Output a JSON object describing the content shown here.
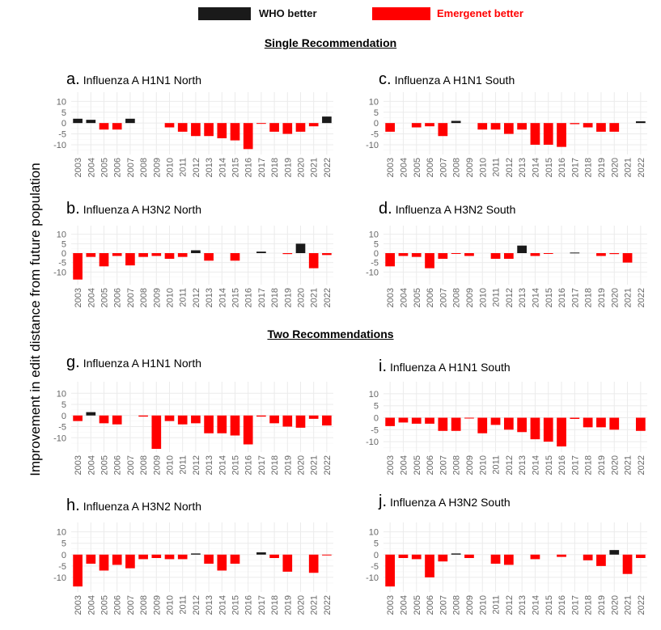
{
  "legend": {
    "who_label": "WHO better",
    "emergenet_label": "Emergenet better",
    "who_color": "#1a1a1a",
    "emergenet_color": "#ff0000"
  },
  "sections": {
    "single": "Single Recommendation",
    "two": "Two Recommendations"
  },
  "y_axis_label": "Improvement in edit distance from future population",
  "chart_data": [
    {
      "id": "a",
      "letter": "a.",
      "title": "Influenza A H1N1 North",
      "type": "bar",
      "categories": [
        "2003",
        "2004",
        "2005",
        "2006",
        "2007",
        "2008",
        "2009",
        "2010",
        "2011",
        "2012",
        "2013",
        "2014",
        "2015",
        "2016",
        "2017",
        "2018",
        "2019",
        "2020",
        "2021",
        "2022"
      ],
      "values": [
        2,
        1.5,
        -3,
        -3,
        2,
        0,
        0,
        -2,
        -4,
        -6,
        -6,
        -7,
        -8,
        -12,
        -0.3,
        -4,
        -5,
        -4,
        -1.5,
        3
      ],
      "yticks": [
        10,
        5,
        0,
        -5,
        -10
      ],
      "ylim": [
        -13,
        12
      ],
      "grid": true
    },
    {
      "id": "c",
      "letter": "c.",
      "title": "Influenza A H1N1 South",
      "type": "bar",
      "categories": [
        "2003",
        "2004",
        "2005",
        "2006",
        "2007",
        "2008",
        "2009",
        "2010",
        "2011",
        "2012",
        "2013",
        "2014",
        "2015",
        "2016",
        "2017",
        "2018",
        "2019",
        "2020",
        "2021",
        "2022"
      ],
      "values": [
        -4,
        0,
        -2,
        -1.5,
        -6,
        1,
        0,
        -3,
        -3,
        -5,
        -3,
        -10,
        -10,
        -11,
        -0.5,
        -2,
        -4,
        -4,
        0,
        0.8
      ],
      "yticks": [
        10,
        5,
        0,
        -5,
        -10
      ],
      "ylim": [
        -13,
        12
      ],
      "grid": true
    },
    {
      "id": "b",
      "letter": "b.",
      "title": "Influenza A H3N2 North",
      "type": "bar",
      "categories": [
        "2003",
        "2004",
        "2005",
        "2006",
        "2007",
        "2008",
        "2009",
        "2010",
        "2011",
        "2012",
        "2013",
        "2014",
        "2015",
        "2016",
        "2017",
        "2018",
        "2019",
        "2020",
        "2021",
        "2022"
      ],
      "values": [
        -14,
        -2,
        -7,
        -1.5,
        -6.5,
        -2,
        -1.5,
        -3,
        -2,
        1.5,
        -4,
        0,
        -4,
        0,
        0.8,
        0,
        -0.5,
        5,
        -8,
        -1
      ],
      "yticks": [
        10,
        5,
        0,
        -5,
        -10
      ],
      "ylim": [
        -15,
        12
      ],
      "grid": true
    },
    {
      "id": "d",
      "letter": "d.",
      "title": "Influenza A H3N2 South",
      "type": "bar",
      "categories": [
        "2003",
        "2004",
        "2005",
        "2006",
        "2007",
        "2008",
        "2009",
        "2010",
        "2011",
        "2012",
        "2013",
        "2014",
        "2015",
        "2016",
        "2017",
        "2018",
        "2019",
        "2020",
        "2021",
        "2022"
      ],
      "values": [
        -7,
        -1.5,
        -2,
        -8,
        -3,
        -0.3,
        -1.5,
        0,
        -3,
        -3,
        4,
        -1.5,
        -0.3,
        0,
        0.3,
        0,
        -1.5,
        -0.5,
        -5,
        0
      ],
      "yticks": [
        10,
        5,
        0,
        -5,
        -10
      ],
      "ylim": [
        -15,
        12
      ],
      "grid": true
    },
    {
      "id": "g",
      "letter": "g.",
      "title": "Influenza A H1N1 North",
      "type": "bar",
      "categories": [
        "2003",
        "2004",
        "2005",
        "2006",
        "2007",
        "2008",
        "2009",
        "2010",
        "2011",
        "2012",
        "2013",
        "2014",
        "2015",
        "2016",
        "2017",
        "2018",
        "2019",
        "2020",
        "2021",
        "2022"
      ],
      "values": [
        -2.5,
        1.5,
        -3.5,
        -4,
        0,
        -0.5,
        -15,
        -2.5,
        -4,
        -3.5,
        -8,
        -8,
        -9,
        -13,
        -0.5,
        -3.5,
        -5,
        -5.5,
        -1.5,
        -4.5
      ],
      "yticks": [
        10,
        5,
        0,
        -5,
        -10
      ],
      "ylim": [
        -15,
        13
      ],
      "grid": true
    },
    {
      "id": "i",
      "letter": "i.",
      "title": "Influenza A H1N1 South",
      "type": "bar",
      "categories": [
        "2003",
        "2004",
        "2005",
        "2006",
        "2007",
        "2008",
        "2009",
        "2010",
        "2011",
        "2012",
        "2013",
        "2014",
        "2015",
        "2016",
        "2017",
        "2018",
        "2019",
        "2020",
        "2021",
        "2022"
      ],
      "values": [
        -3.5,
        -2,
        -2.5,
        -2.5,
        -5.5,
        -5.5,
        -0.3,
        -6.5,
        -3,
        -5,
        -6,
        -9,
        -10,
        -12,
        -0.5,
        -4,
        -4,
        -5,
        0,
        -5.5
      ],
      "yticks": [
        10,
        5,
        0,
        -5,
        -10
      ],
      "ylim": [
        -13,
        13
      ],
      "grid": true
    },
    {
      "id": "h",
      "letter": "h.",
      "title": "Influenza A H3N2 North",
      "type": "bar",
      "categories": [
        "2003",
        "2004",
        "2005",
        "2006",
        "2007",
        "2008",
        "2009",
        "2010",
        "2011",
        "2012",
        "2013",
        "2014",
        "2015",
        "2016",
        "2017",
        "2018",
        "2019",
        "2020",
        "2021",
        "2022"
      ],
      "values": [
        -14,
        -4,
        -7,
        -4.5,
        -6,
        -2,
        -1.5,
        -2,
        -2,
        0.5,
        -4,
        -7,
        -4,
        0,
        1,
        -1.5,
        -7.5,
        0,
        -8,
        -0.3
      ],
      "yticks": [
        10,
        5,
        0,
        -5,
        -10
      ],
      "ylim": [
        -15,
        12
      ],
      "grid": true
    },
    {
      "id": "j",
      "letter": "j.",
      "title": "Influenza A H3N2 South",
      "type": "bar",
      "categories": [
        "2003",
        "2004",
        "2005",
        "2006",
        "2007",
        "2008",
        "2009",
        "2010",
        "2011",
        "2012",
        "2013",
        "2014",
        "2015",
        "2016",
        "2017",
        "2018",
        "2019",
        "2020",
        "2021",
        "2022"
      ],
      "values": [
        -14,
        -1.5,
        -2,
        -10,
        -3,
        0.5,
        -1.5,
        0,
        -4,
        -4.5,
        0,
        -2,
        0,
        -1,
        0,
        -2.5,
        -5,
        2,
        -8.5,
        -1.5
      ],
      "yticks": [
        10,
        5,
        0,
        -5,
        -10
      ],
      "ylim": [
        -15,
        12
      ],
      "grid": true
    }
  ]
}
